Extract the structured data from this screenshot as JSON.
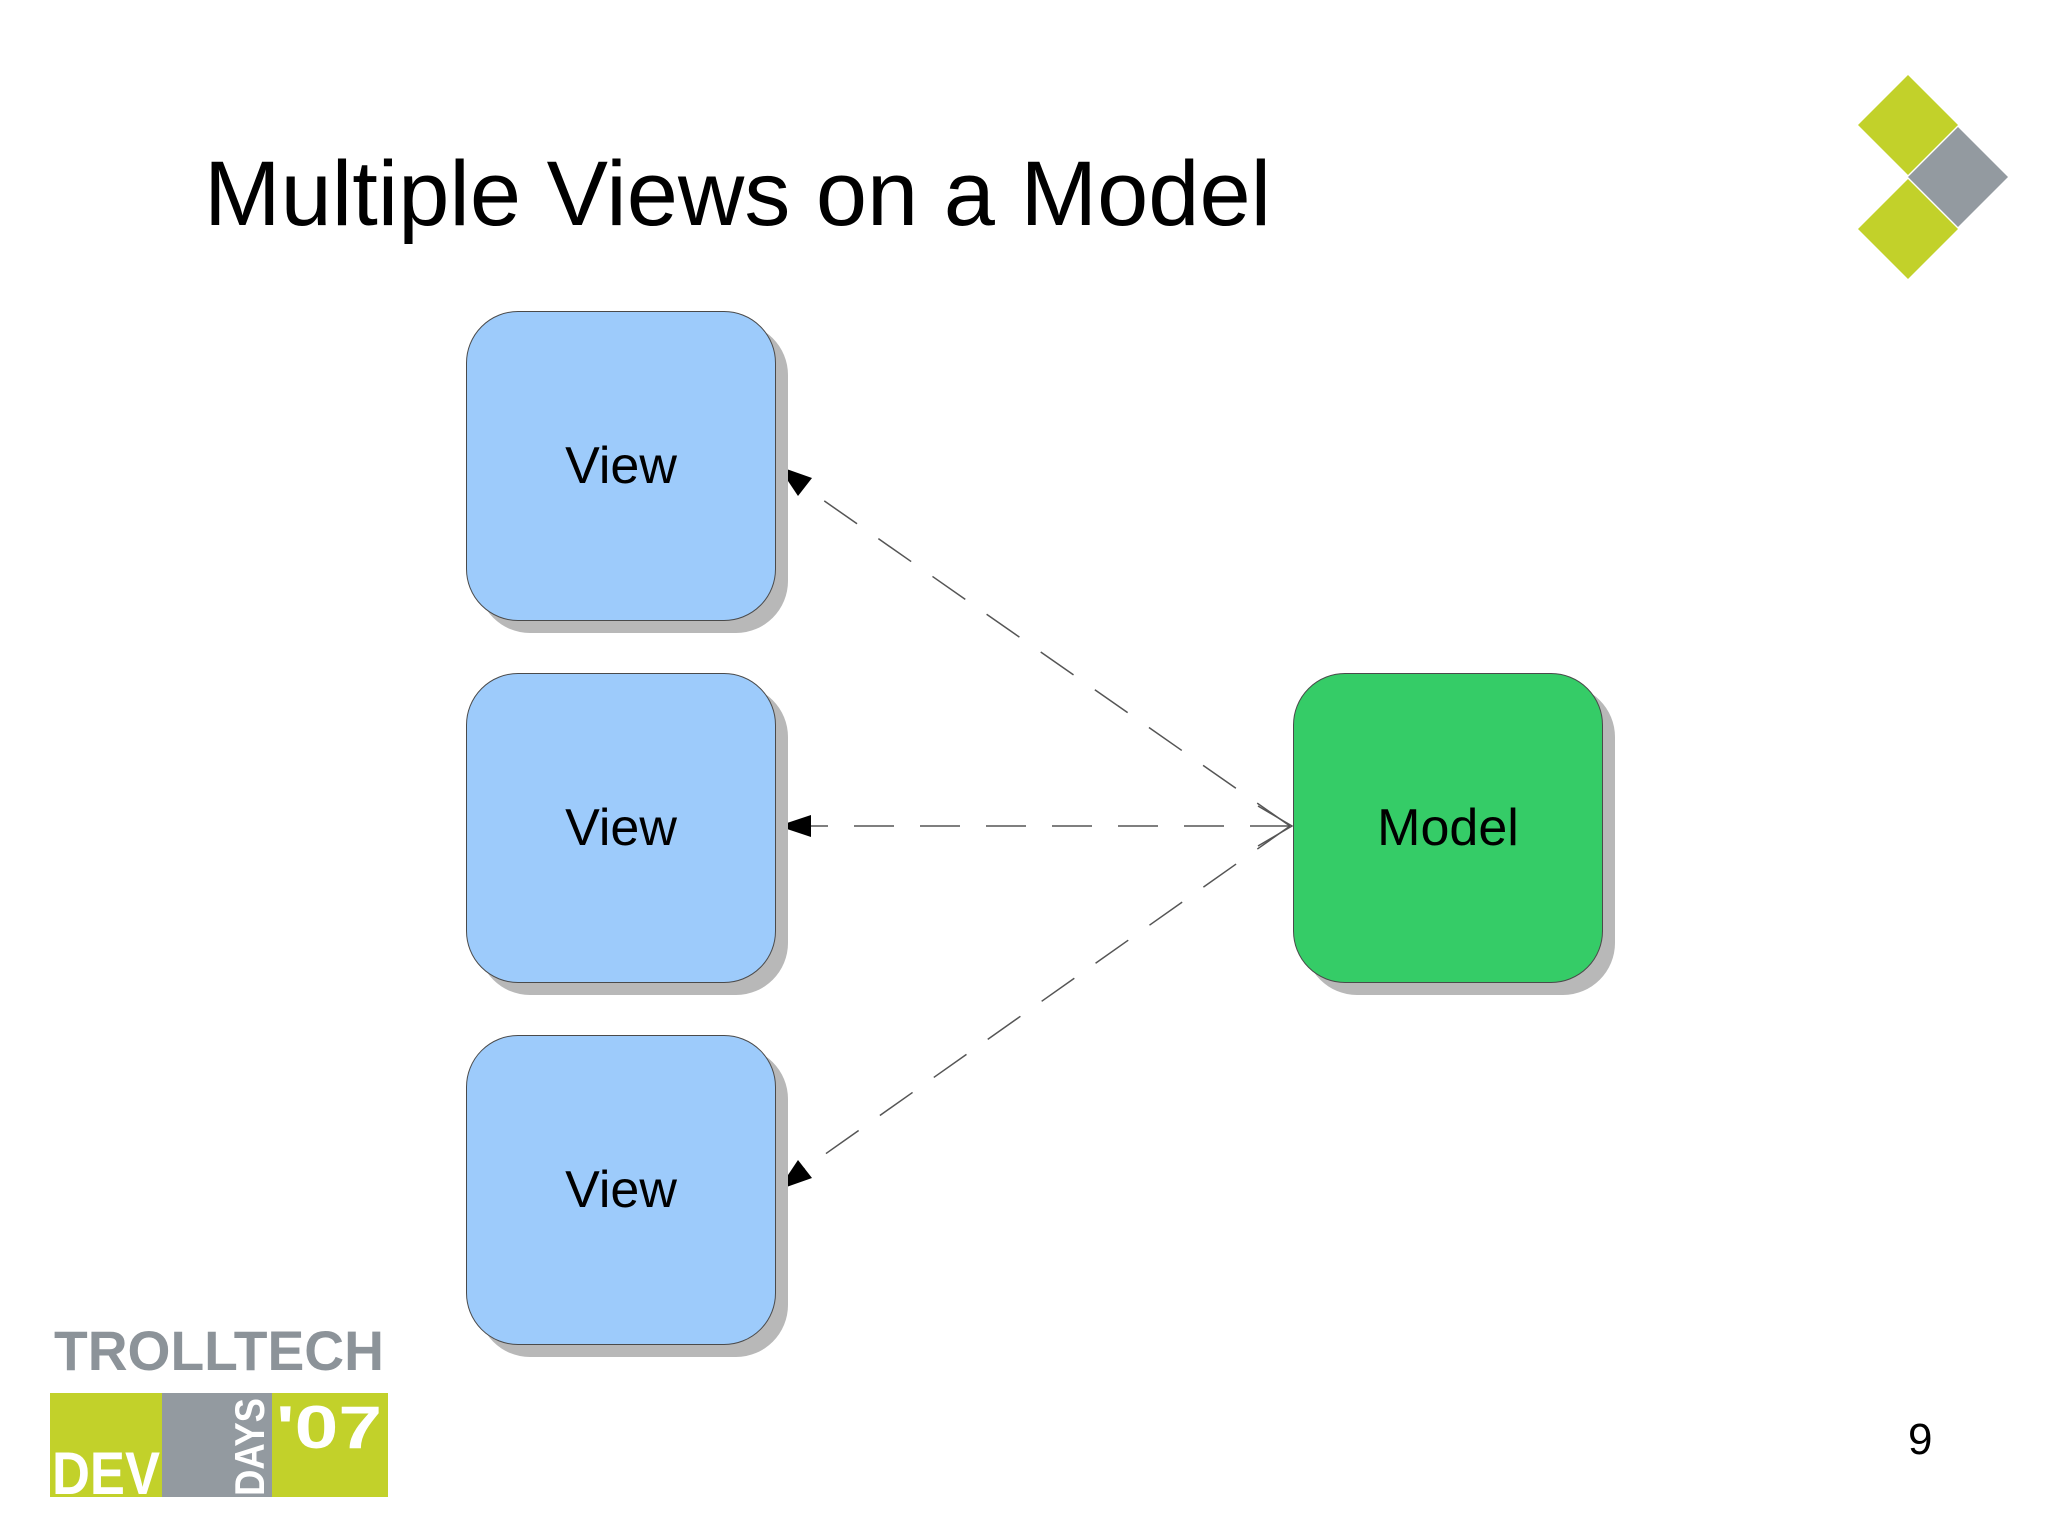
{
  "slide": {
    "title": "Multiple Views on a Model",
    "page_number": "9"
  },
  "diagram": {
    "views": [
      {
        "label": "View"
      },
      {
        "label": "View"
      },
      {
        "label": "View"
      }
    ],
    "model": {
      "label": "Model"
    },
    "connectors": [
      {
        "from": "Model",
        "to": "View 1",
        "style": "dashed-arrow"
      },
      {
        "from": "Model",
        "to": "View 2",
        "style": "dashed-arrow"
      },
      {
        "from": "Model",
        "to": "View 3",
        "style": "dashed-arrow"
      }
    ]
  },
  "branding": {
    "company_logo_text": "TROLLTECH",
    "event_logo_text": [
      "DEV",
      "DAYS",
      "'07"
    ],
    "accent_green": "#c2d12a",
    "accent_gray": "#939aa0"
  },
  "colors": {
    "view_fill": "#9dcbfb",
    "model_fill": "#35cc67"
  }
}
